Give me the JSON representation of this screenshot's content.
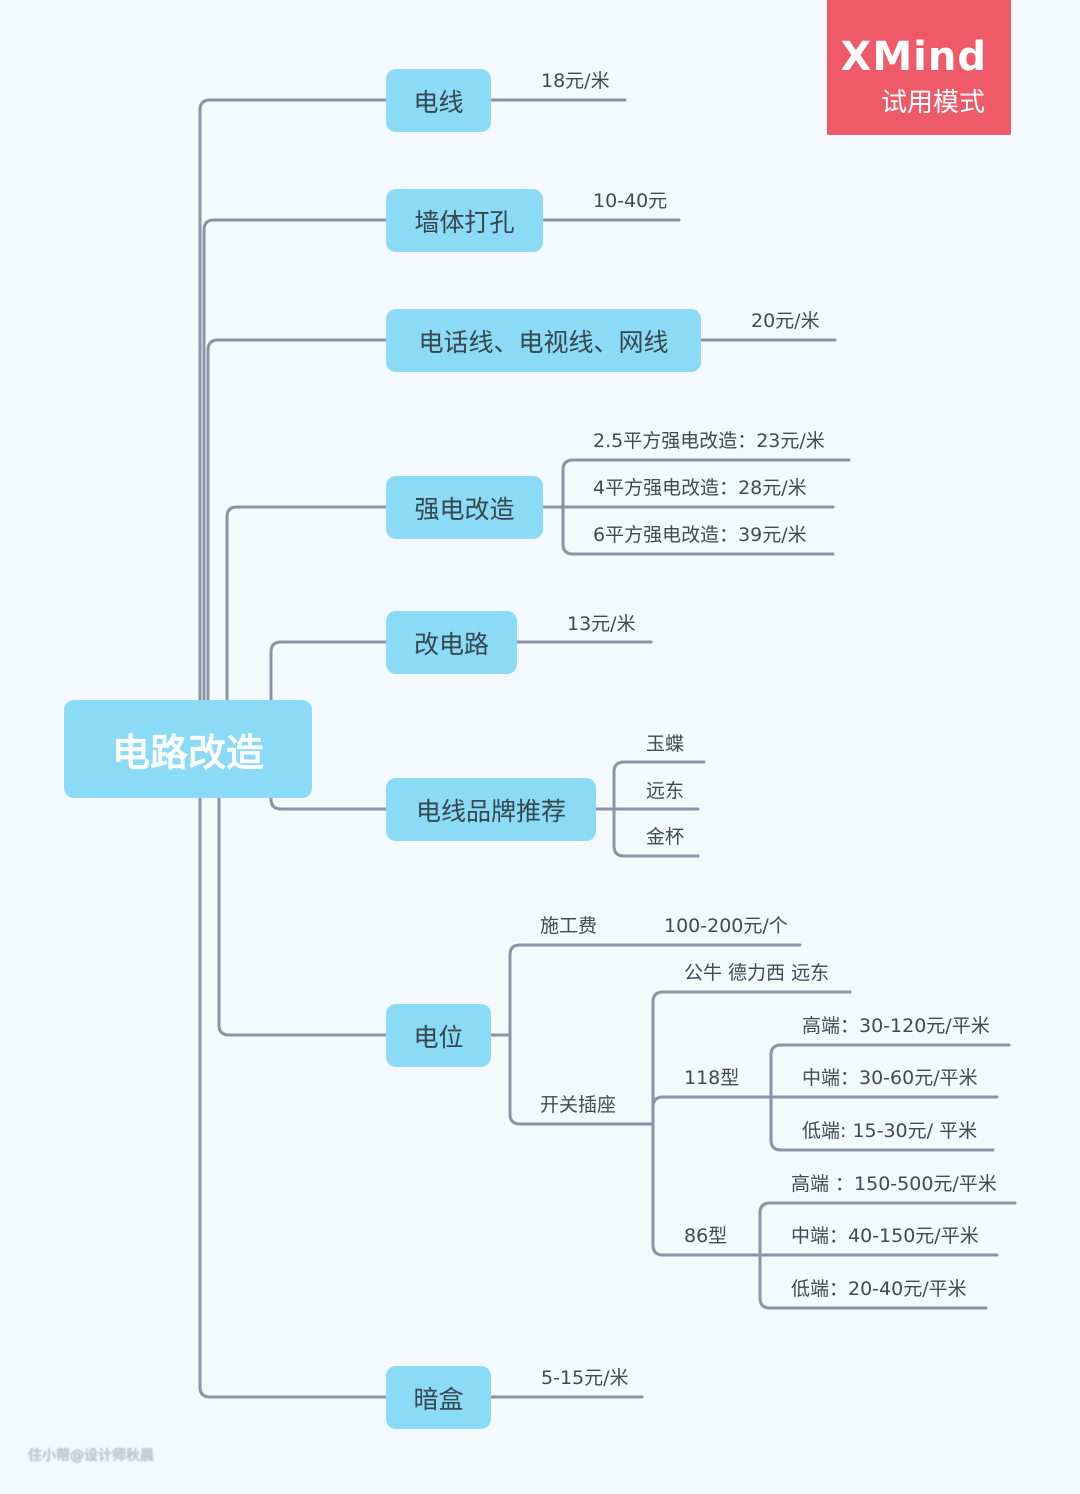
{
  "badge": {
    "brand": "XMind",
    "mode": "试用模式"
  },
  "watermark": "住小帮@设计师秋晨",
  "colors": {
    "node_fill": "#8bdaf6",
    "line": "#8a94a6",
    "background": "#f4f9fd",
    "badge": "#ee5a68"
  },
  "root": {
    "label": "电路改造"
  },
  "branches": [
    {
      "label": "电线",
      "children": [
        "18元/米"
      ]
    },
    {
      "label": "墙体打孔",
      "children": [
        "10-40元"
      ]
    },
    {
      "label": "电话线、电视线、网线",
      "children": [
        "20元/米"
      ]
    },
    {
      "label": "强电改造",
      "children": [
        "2.5平方强电改造：23元/米",
        "4平方强电改造：28元/米",
        "6平方强电改造：39元/米"
      ]
    },
    {
      "label": "改电路",
      "children": [
        "13元/米"
      ]
    },
    {
      "label": "电线品牌推荐",
      "children": [
        "玉蝶",
        "远东",
        "金杯"
      ]
    },
    {
      "label": "电位",
      "construction_fee": {
        "label": "施工费",
        "value": "100-200元/个"
      },
      "switch_socket": {
        "label": "开关插座",
        "brands": "公牛 德力西 远东",
        "type_118": {
          "label": "118型",
          "tiers": [
            "高端：30-120元/平米",
            "中端：30-60元/平米",
            "低端: 15-30元/ 平米"
          ]
        },
        "type_86": {
          "label": "86型",
          "tiers": [
            "高端 ：150-500元/平米",
            "中端：40-150元/平米",
            "低端：20-40元/平米"
          ]
        }
      }
    },
    {
      "label": "暗盒",
      "children": [
        "5-15元/米"
      ]
    }
  ]
}
